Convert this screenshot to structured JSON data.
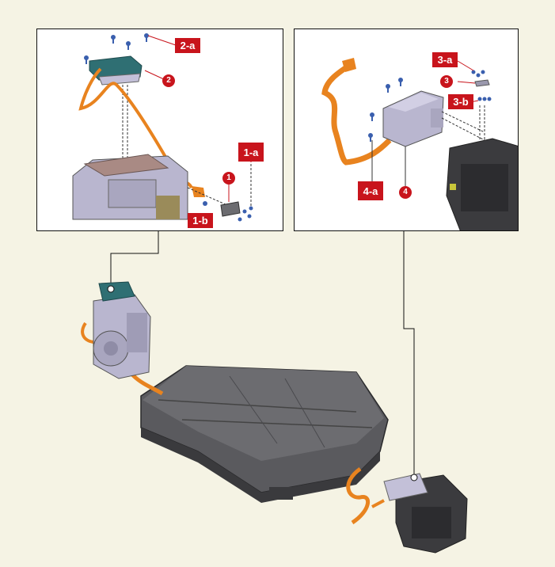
{
  "callouts": {
    "front_circle": "1",
    "front_tag_a": "1-a",
    "front_tag_b": "1-b",
    "front_upper_circle": "2",
    "front_upper_tag_a": "2-a",
    "rear_circle_cover": "3",
    "rear_tag_a_cover": "3-a",
    "rear_tag_b_cover": "3-b",
    "rear_circle_lower": "4",
    "rear_tag_a_lower": "4-a"
  },
  "colors": {
    "background": "#f5f3e4",
    "callout_red": "#c8141c",
    "cable_orange": "#e8831f",
    "housing_lavender": "#b9b6cf",
    "teal_module": "#2f6f73",
    "battery_dark": "#4a4a4e"
  }
}
